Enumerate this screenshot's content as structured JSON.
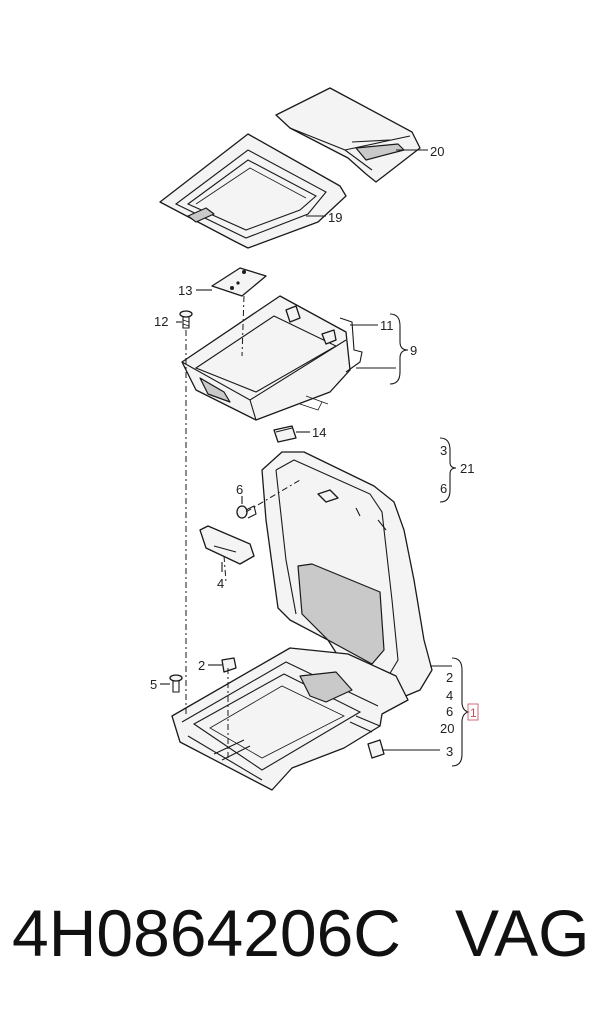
{
  "callouts": {
    "c20_top": "20",
    "c19": "19",
    "c13": "13",
    "c12": "12",
    "c11": "11",
    "c9": "9",
    "c14": "14",
    "c3_group": "3",
    "c21": "21",
    "c6_group": "6",
    "c6": "6",
    "c4": "4",
    "c2": "2",
    "c5": "5",
    "c2_list": "2",
    "c4_list": "4",
    "c6_list": "6",
    "c1": "1",
    "c20_list": "20",
    "c3_list": "3"
  },
  "footer": {
    "part_number": "4H0864206C",
    "maker": "VAG"
  }
}
